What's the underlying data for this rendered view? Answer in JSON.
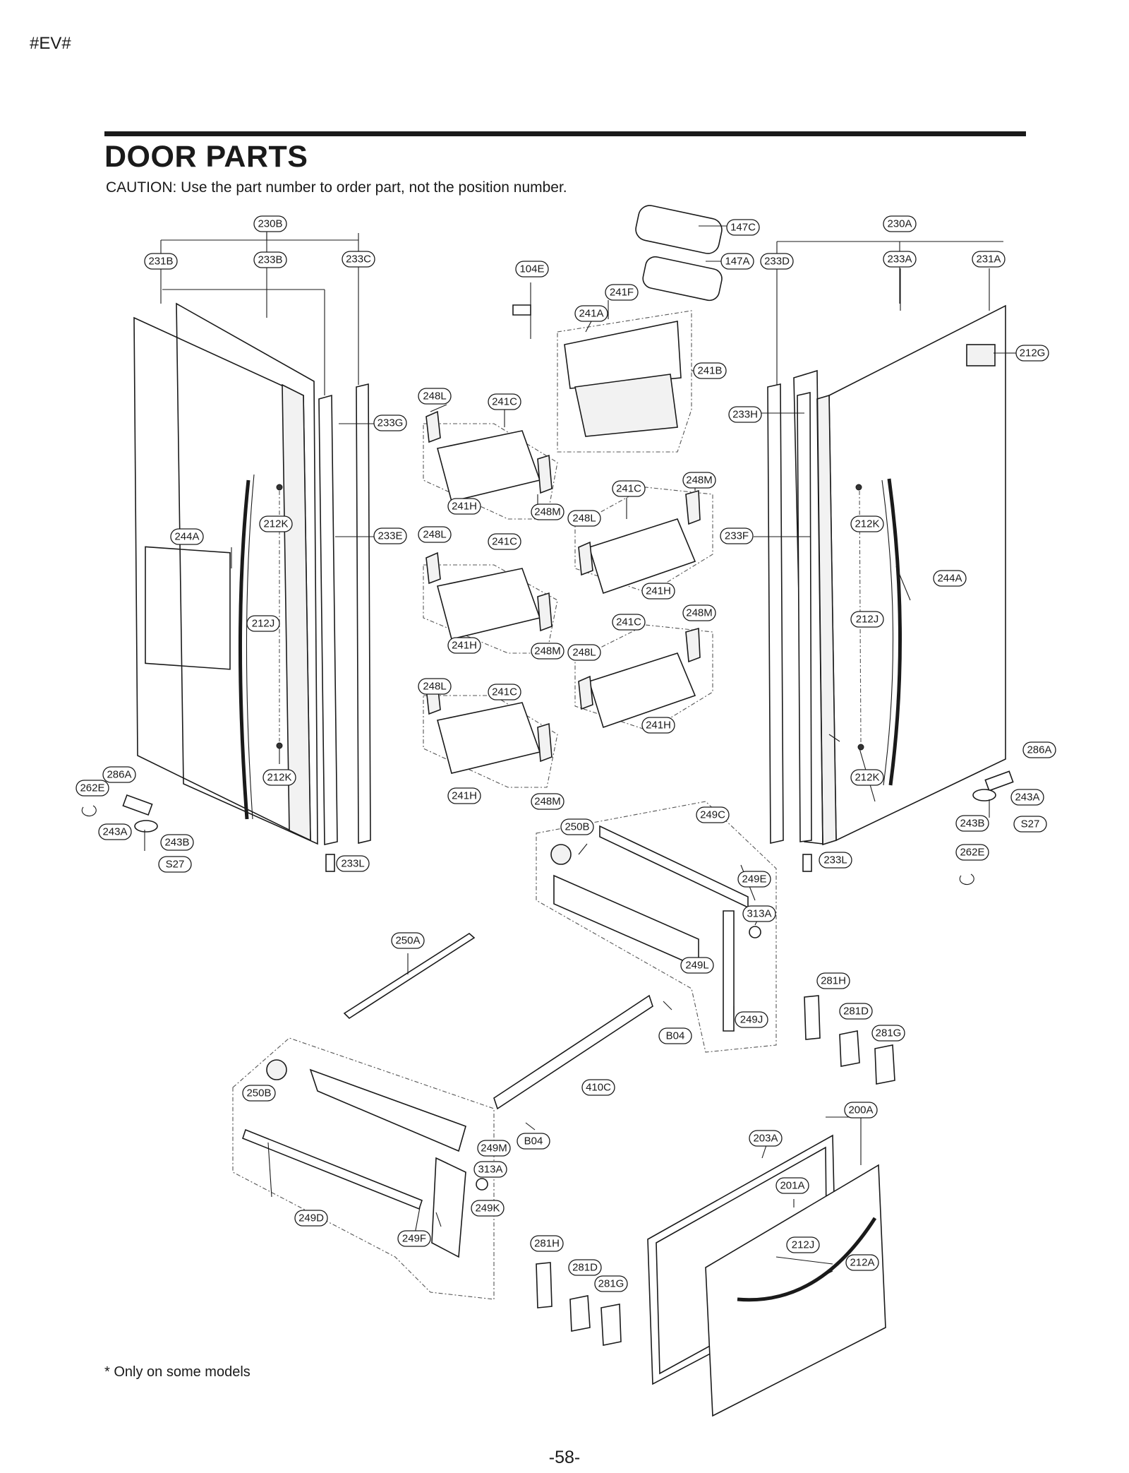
{
  "page": {
    "header_code": "#EV#",
    "title": "DOOR PARTS",
    "caution": "CAUTION: Use the part number to order part, not the position number.",
    "footnote": "* Only on some models",
    "page_number": "-58-"
  },
  "labels": {
    "p230B": "230B",
    "p231B": "231B",
    "p233B": "233B",
    "p233C": "233C",
    "p104E": "104E",
    "p147C": "147C",
    "p147A": "147A",
    "p233D": "233D",
    "p230A": "230A",
    "p233A": "233A",
    "p231A": "231A",
    "p241F": "241F",
    "p241A": "241A",
    "p241B": "241B",
    "p212G": "212G",
    "p248L_1": "248L",
    "p241C_1": "241C",
    "p233G": "233G",
    "p233H": "233H",
    "p241H_1": "241H",
    "p248M_1": "248M",
    "p241C_2": "241C",
    "p248M_2": "248M",
    "p212K_l1": "212K",
    "p212K_r1": "212K",
    "p248L_2": "248L",
    "p244A_l": "244A",
    "p233E": "233E",
    "p248L_3": "248L",
    "p241C_3": "241C",
    "p233F": "233F",
    "p241H_2": "241H",
    "p244A_r": "244A",
    "p212J_l": "212J",
    "p212J_r": "212J",
    "p241C_4": "241C",
    "p248M_3": "248M",
    "p241H_3": "241H",
    "p248M_4": "248M",
    "p248L_4": "248L",
    "p248L_5": "248L",
    "p241C_5": "241C",
    "p241H_4": "241H",
    "p286A_r": "286A",
    "p286A_l": "286A",
    "p212K_l2": "212K",
    "p212K_r2": "212K",
    "p262E_l": "262E",
    "p241H_5": "241H",
    "p248M_5": "248M",
    "p243A_r": "243A",
    "p249C": "249C",
    "p243A_l": "243A",
    "p250B_1": "250B",
    "p243B_r": "243B",
    "p243B_l": "243B",
    "pS27_r": "S27",
    "pS27_l": "S27",
    "p233L_l": "233L",
    "p233L_r": "233L",
    "p262E_r": "262E",
    "p249E": "249E",
    "p313A_1": "313A",
    "p250A": "250A",
    "p249L": "249L",
    "p281H_1": "281H",
    "p281D_1": "281D",
    "p249J": "249J",
    "p281G_1": "281G",
    "pB04_1": "B04",
    "p410C": "410C",
    "p250B_2": "250B",
    "p200A": "200A",
    "p203A": "203A",
    "pB04_2": "B04",
    "p249M": "249M",
    "p313A_2": "313A",
    "p201A": "201A",
    "p249K": "249K",
    "p249D": "249D",
    "p249F": "249F",
    "p281H_2": "281H",
    "p212J_b": "212J",
    "p212A": "212A",
    "p281D_2": "281D",
    "p281G_2": "281G"
  }
}
